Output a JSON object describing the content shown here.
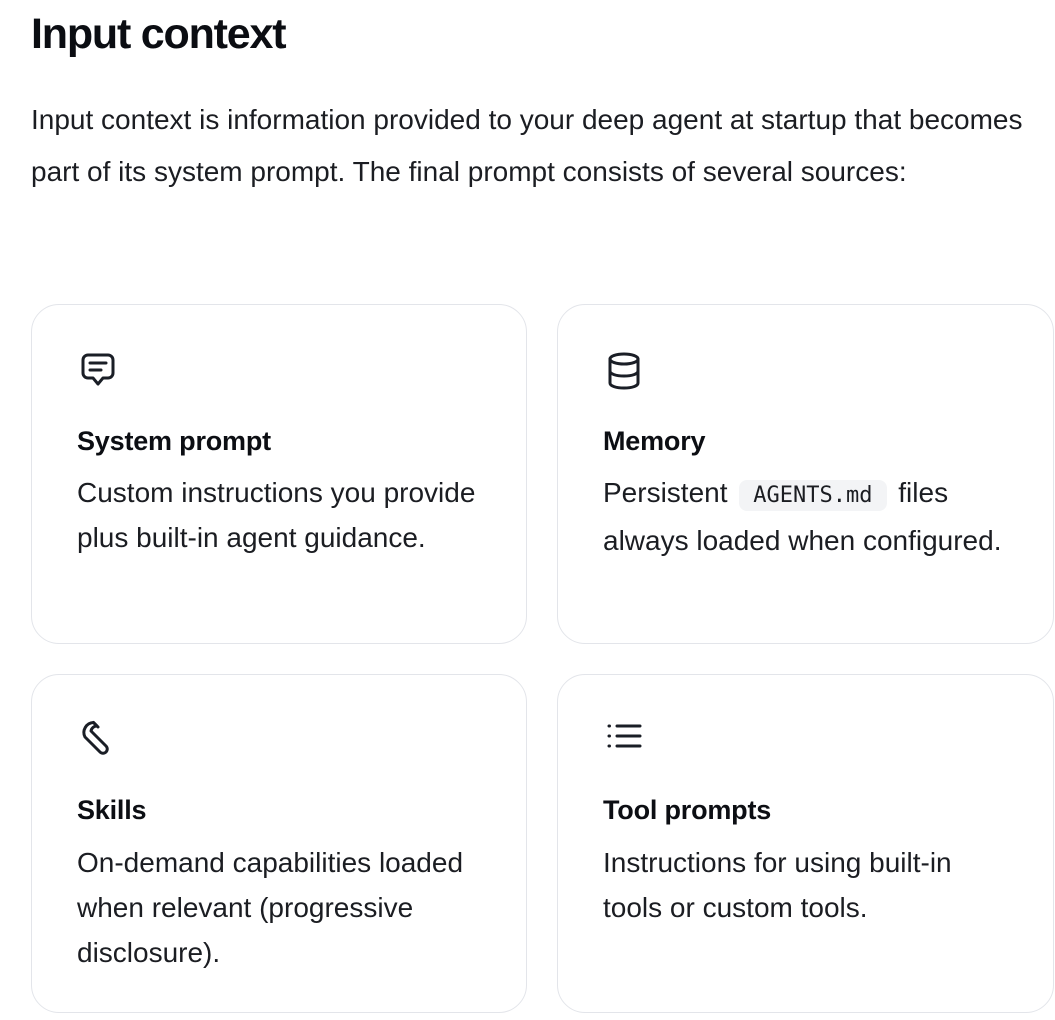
{
  "heading": "Input context",
  "intro": "Input context is information provided to your deep agent at startup that becomes part of its system prompt. The final prompt consists of several sources:",
  "cards": [
    {
      "icon": "message-square-text-icon",
      "title": "System prompt",
      "description": "Custom instructions you provide plus built-in agent guidance."
    },
    {
      "icon": "database-icon",
      "title": "Memory",
      "description_before": "Persistent",
      "description_code": "AGENTS.md",
      "description_after": "files always loaded when configured."
    },
    {
      "icon": "wrench-icon",
      "title": "Skills",
      "description": "On-demand capabilities loaded when relevant (progressive disclosure)."
    },
    {
      "icon": "list-icon",
      "title": "Tool prompts",
      "description": "Instructions for using built-in tools or custom tools."
    }
  ]
}
